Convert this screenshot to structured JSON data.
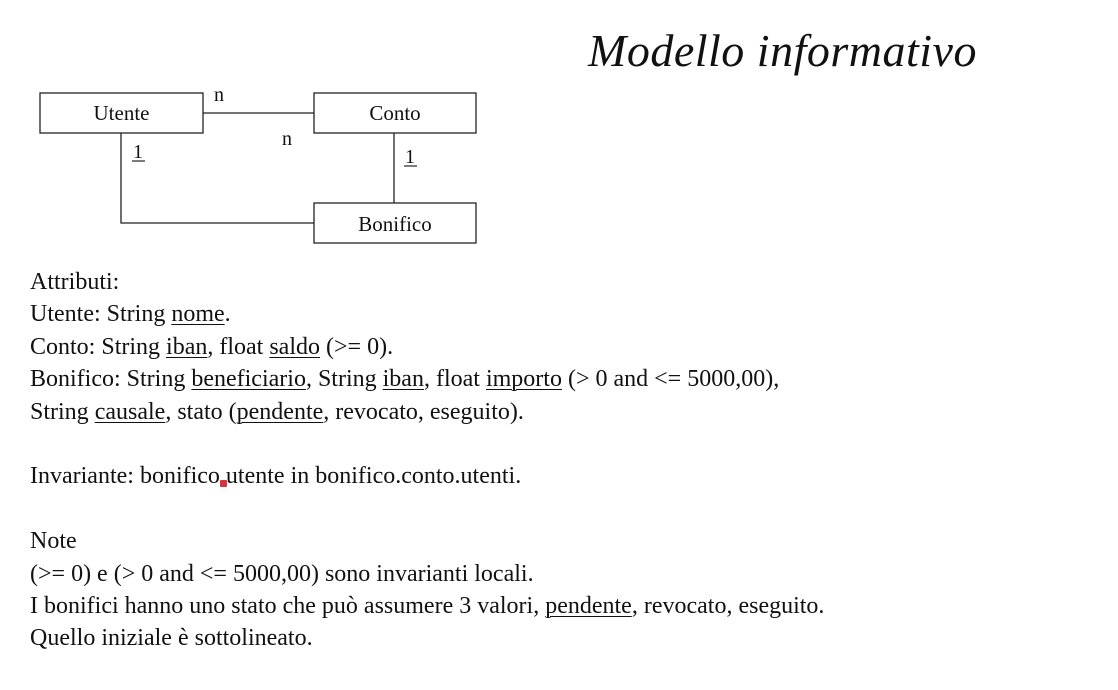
{
  "title": "Modello informativo",
  "diagram": {
    "entities": {
      "utente": "Utente",
      "conto": "Conto",
      "bonifico": "Bonifico"
    },
    "cardinalities": {
      "utente_conto_at_utente": "n",
      "utente_conto_at_conto": "n",
      "utente_bonifico_at_utente": "1",
      "conto_bonifico_at_conto": "1"
    }
  },
  "attributes": {
    "heading": "Attributi:",
    "utente": {
      "prefix": "Utente: String ",
      "attr1": "nome",
      "suffix": "."
    },
    "conto": {
      "prefix": "Conto: String ",
      "attr1": "iban",
      "mid1": ", float ",
      "attr2": "saldo",
      "suffix": " (>= 0)."
    },
    "bonifico1": {
      "prefix": "Bonifico: String ",
      "attr1": "beneficiario",
      "mid1": ", String ",
      "attr2": "iban",
      "mid2": ", float ",
      "attr3": "importo",
      "suffix": " (> 0 and <= 5000,00),"
    },
    "bonifico2": {
      "prefix": "String ",
      "attr1": "causale",
      "mid1": ", stato (",
      "attr2": "pendente",
      "suffix": ", revocato, eseguito)."
    }
  },
  "invariant": "Invariante: bonifico.utente in bonifico.conto.utenti.",
  "notes": {
    "heading": "Note",
    "line1": "(>= 0) e (> 0 and <= 5000,00) sono invarianti locali.",
    "line2_prefix": "I bonifici hanno uno stato che può assumere 3 valori, ",
    "line2_underlined": "pendente",
    "line2_suffix": ", revocato, eseguito.",
    "line3": "Quello iniziale è sottolineato."
  },
  "colors": {
    "marker": "#d9333f"
  }
}
